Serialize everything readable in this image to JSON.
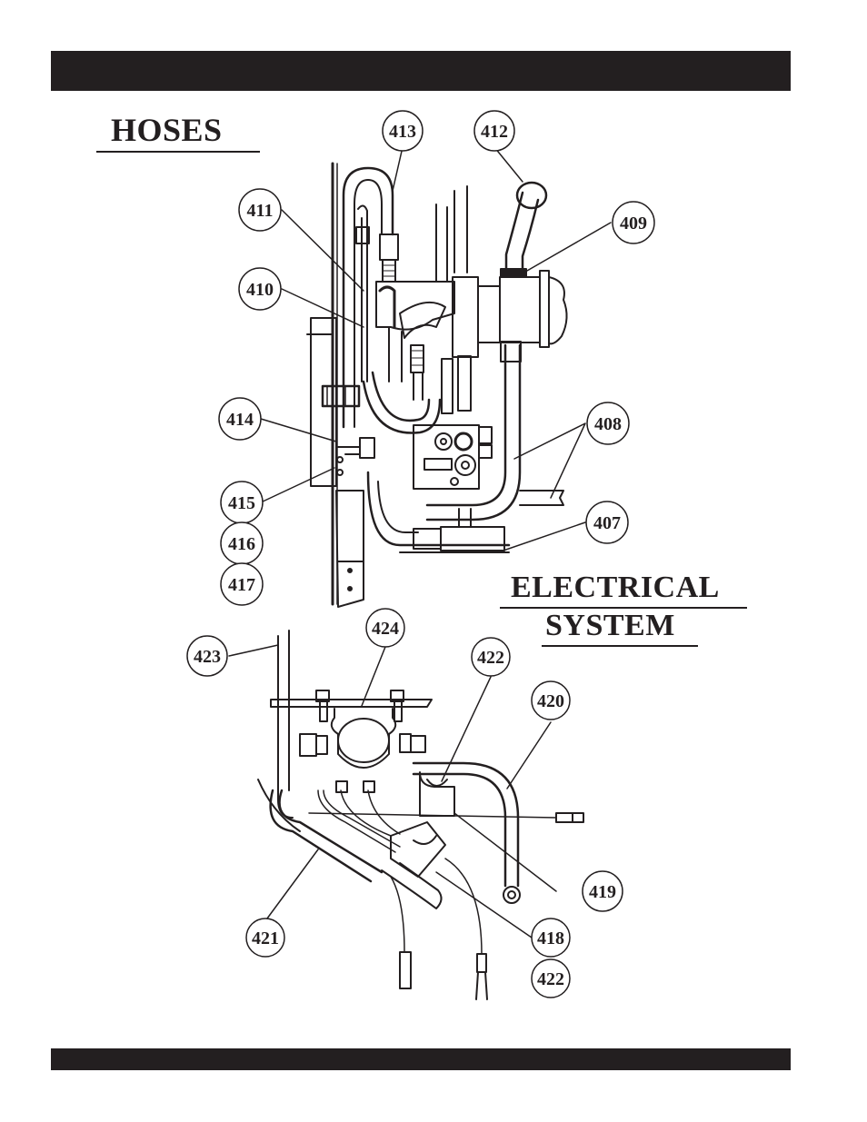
{
  "page": {
    "sections": {
      "hoses": {
        "title": "HOSES"
      },
      "electrical": {
        "title_line1": "ELECTRICAL",
        "title_line2": "SYSTEM"
      }
    }
  },
  "callouts": {
    "hoses": [
      "413",
      "412",
      "411",
      "409",
      "410",
      "408",
      "414",
      "415",
      "416",
      "417",
      "407"
    ],
    "electrical": [
      "424",
      "423",
      "422",
      "420",
      "419",
      "421",
      "418",
      "422b"
    ]
  },
  "labels": {
    "c413": "413",
    "c412": "412",
    "c411": "411",
    "c409": "409",
    "c410": "410",
    "c408": "408",
    "c414": "414",
    "c415": "415",
    "c416": "416",
    "c417": "417",
    "c407": "407",
    "c424": "424",
    "c423": "423",
    "c422": "422",
    "c420": "420",
    "c419": "419",
    "c421": "421",
    "c418": "418",
    "c422b": "422"
  },
  "colors": {
    "ink": "#231f20",
    "paper": "#ffffff"
  }
}
